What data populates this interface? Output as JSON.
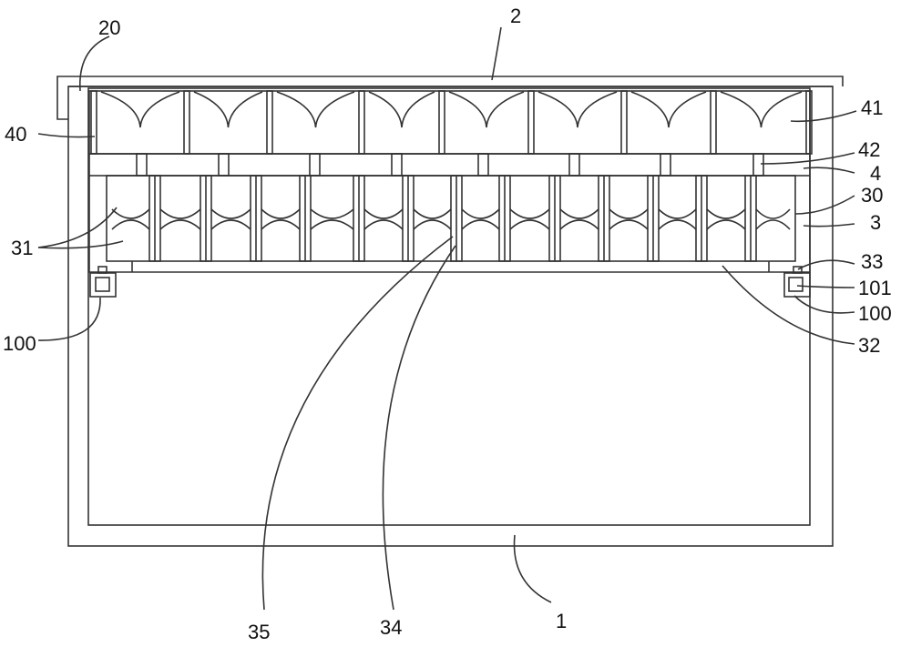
{
  "labels": {
    "l1": "1",
    "l2": "2",
    "l3": "3",
    "l4": "4",
    "l20": "20",
    "l30": "30",
    "l31": "31",
    "l32": "32",
    "l33": "33",
    "l34": "34",
    "l35": "35",
    "l40": "40",
    "l41": "41",
    "l42": "42",
    "l100a": "100",
    "l100b": "100",
    "l101": "101"
  }
}
